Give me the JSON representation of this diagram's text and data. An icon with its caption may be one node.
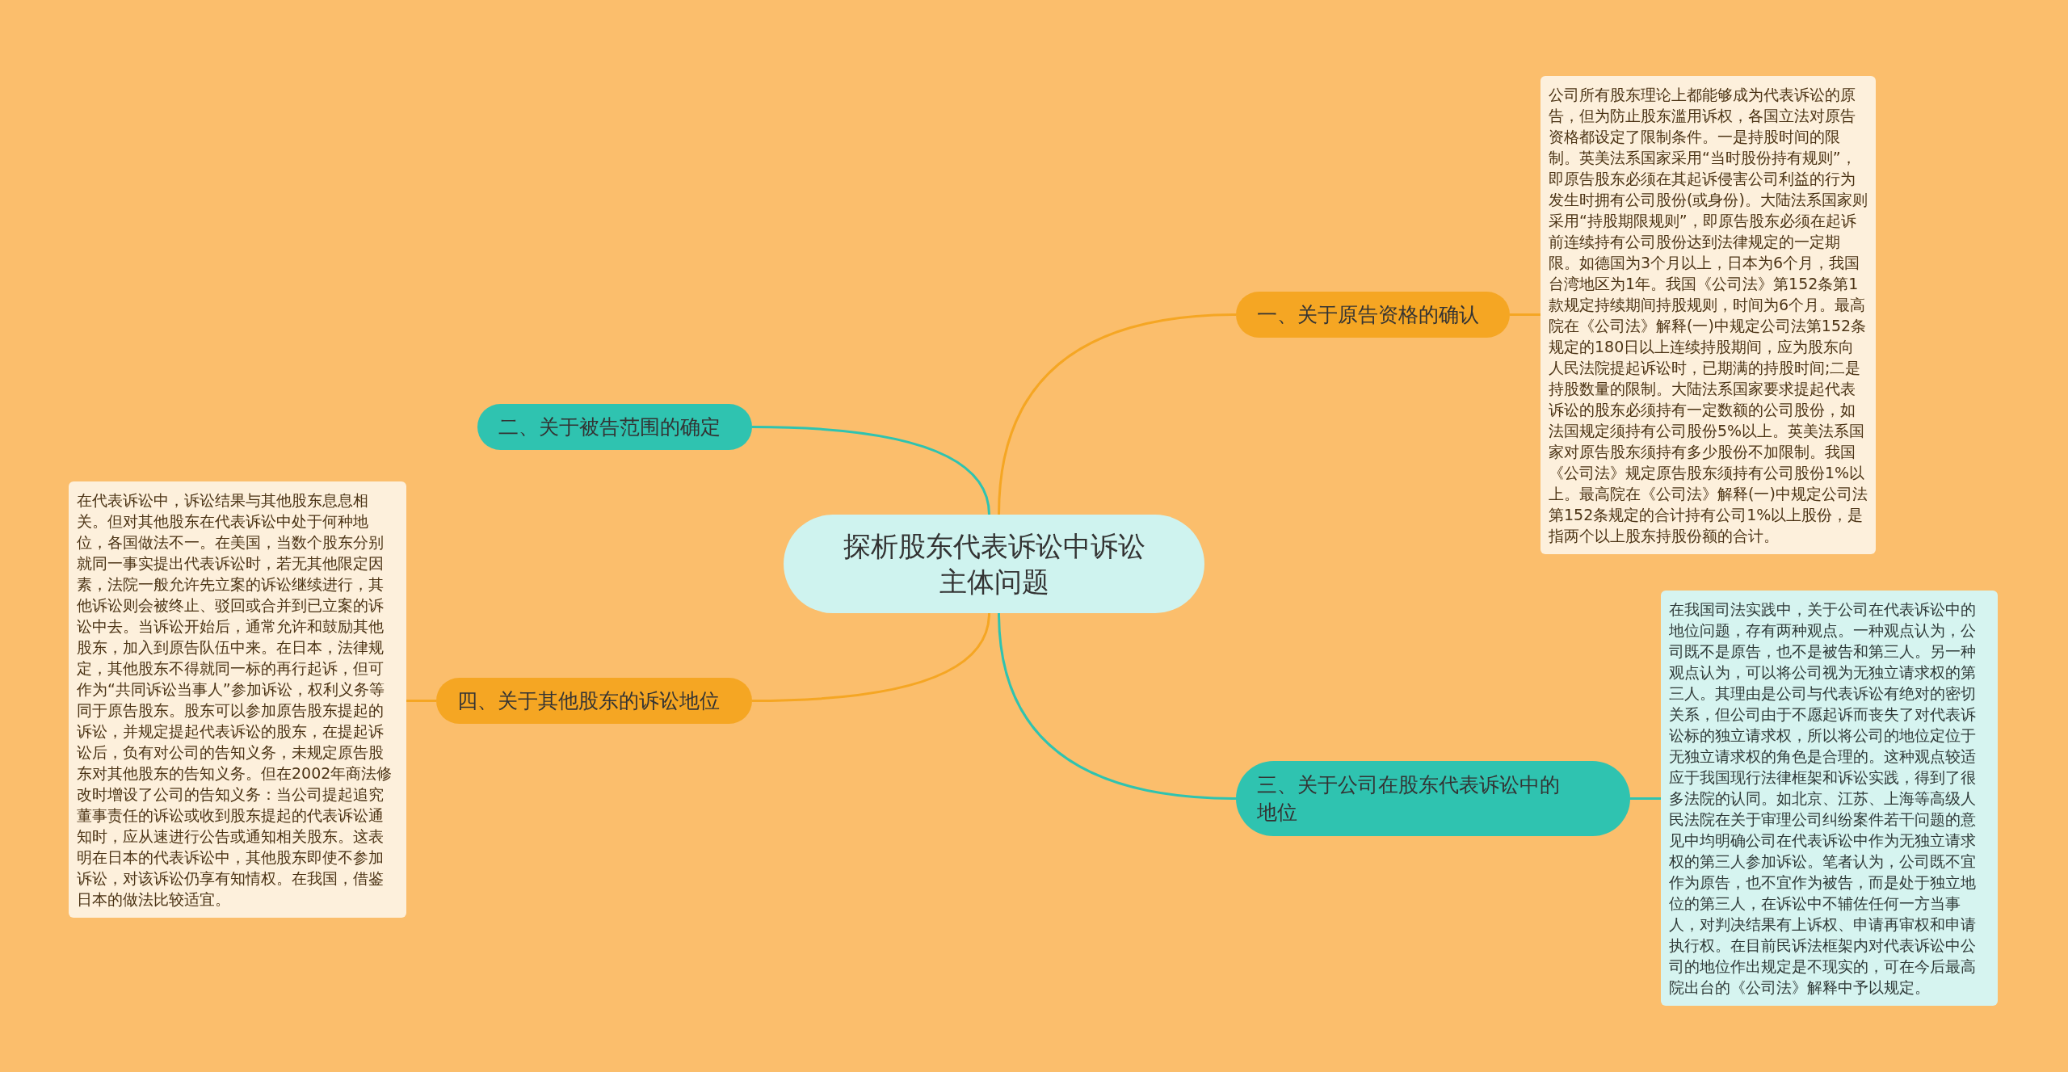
{
  "diagram": {
    "nodes": [
      {
        "text": [
          "探析股东代表诉讼中诉讼主体问题"
        ]
      },
      {
        "text": [
          "一、关于原告资格的确认"
        ]
      },
      {
        "text": [
          "公司所有股东理论上都能够成为代表诉讼的原告，但为防止股东滥用诉权，各国立法对原告资格都设定了限制条件。一是持股时间的限制。英美法系国家采用“当时股份持有规则”，即原告股东必须在其起诉侵害公司利益的行为发生时拥有公司股份(或身份)。大陆法系国家则采用“持股期限规则”，即原告股东必须在起诉前连续持有公司股份达到法律规定的一定期限。如德国为3个月以上，日本为6个月，我国台湾地区为1年。我国《公司法》第152条第1款规定持续期间持股规则，时间为6个月。最高院在《公司法》解释(一)中规定公司法第152条规定的180日以上连续持股期间，应为股东向人民法院提起诉讼时，已期满的持股时间;二是持股数量的限制。大陆法系国家要求提起代表诉讼的股东必须持有一定数额的公司股份，如法国规定须持有公司股份5%以上。英美法系国家对原告股东须持有多少股份不加限制。我国《公司法》规定原告股东须持有公司股份1%以上。最高院在《公司法》解释(一)中规定公司法第152条规定的合计持有公司1%以上股份，是指两个以上股东持股份额的合计。"
        ]
      },
      {
        "text": [
          "二、关于被告范围的确定"
        ]
      },
      {
        "text": [
          "三、关于公司在股东代表诉讼中的地位"
        ]
      },
      {
        "text": [
          "在我国司法实践中，关于公司在代表诉讼中的地位问题，存有两种观点。一种观点认为，公司既不是原告，也不是被告和第三人。另一种观点认为，可以将公司视为无独立请求权的第三人。其理由是公司与代表诉讼有绝对的密切关系，但公司由于不愿起诉而丧失了对代表诉讼标的独立请求权，所以将公司的地位定位于无独立请求权的角色是合理的。这种观点较适应于我国现行法律框架和诉讼实践，得到了很多法院的认同。如北京、江苏、上海等高级人民法院在关于审理公司纠纷案件若干问题的意见中均明确公司在代表诉讼中作为无独立请求权的第三人参加诉讼。笔者认为，公司既不宜作为原告，也不宜作为被告，而是处于独立地位的第三人，在诉讼中不辅佐任何一方当事人，对判决结果有上诉权、申请再审权和申请执行权。在目前民诉法框架内对代表诉讼中公司的地位作出规定是不现实的，可在今后最高院出台的《公司法》解释中予以规定。"
        ]
      },
      {
        "text": [
          "四、关于其他股东的诉讼地位"
        ]
      },
      {
        "text": [
          "在代表诉讼中，诉讼结果与其他股东息息相关。但对其他股东在代表诉讼中处于何种地位，各国做法不一。在美国，当数个股东分别就同一事实提出代表诉讼时，若无其他限定因素，法院一般允许先立案的诉讼继续进行，其他诉讼则会被终止、驳回或合并到已立案的诉讼中去。当诉讼开始后，通常允许和鼓励其他股东，加入到原告队伍中来。在日本，法律规定，其他股东不得就同一标的再行起诉，但可作为“共同诉讼当事人”参加诉讼，权利义务等同于原告股东。股东可以参加原告股东提起的诉讼，并规定提起代表诉讼的股东，在提起诉讼后，负有对公司的告知义务，未规定原告股东对其他股东的告知义务。但在2002年商法修改时增设了公司的告知义务：当公司提起追究董事责任的诉讼或收到股东提起的代表诉讼通知时，应从速进行公告或通知相关股东。这表明在日本的代表诉讼中，其他股东即使不参加诉讼，对该诉讼仍享有知情权。在我国，借鉴日本的做法比较适宜。"
        ]
      }
    ],
    "edges": [
      {
        "from": 0,
        "to": 1,
        "arrow": "none"
      },
      {
        "from": 1,
        "to": 2,
        "arrow": "none"
      },
      {
        "from": 0,
        "to": 3,
        "arrow": "none",
        "color": "#2fc3b0"
      },
      {
        "from": 0,
        "to": 4,
        "arrow": "none",
        "color": "#2fc3b0"
      },
      {
        "from": 4,
        "to": 5,
        "arrow": "none",
        "color": "#2fc3b0"
      },
      {
        "from": 0,
        "to": 6,
        "arrow": "none"
      },
      {
        "from": 6,
        "to": 7,
        "arrow": "none"
      }
    ]
  }
}
